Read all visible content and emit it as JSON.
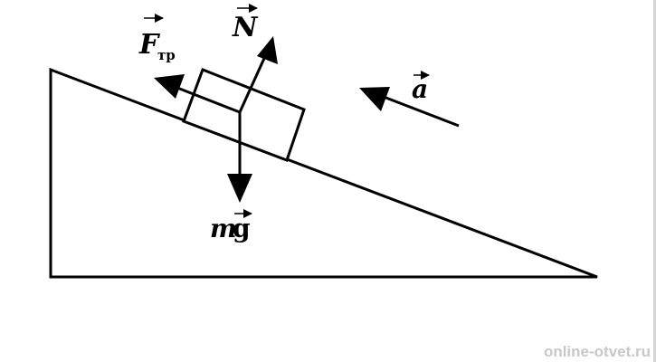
{
  "labels": {
    "friction_main": "F",
    "friction_sub": "тр",
    "normal": "N",
    "acceleration": "a",
    "gravity_m": "m",
    "gravity_g": "g"
  },
  "watermark": "online-otvet.ru",
  "colors": {
    "ink": "#000000",
    "background": "#ffffff",
    "watermark": "#c8c8c8"
  }
}
